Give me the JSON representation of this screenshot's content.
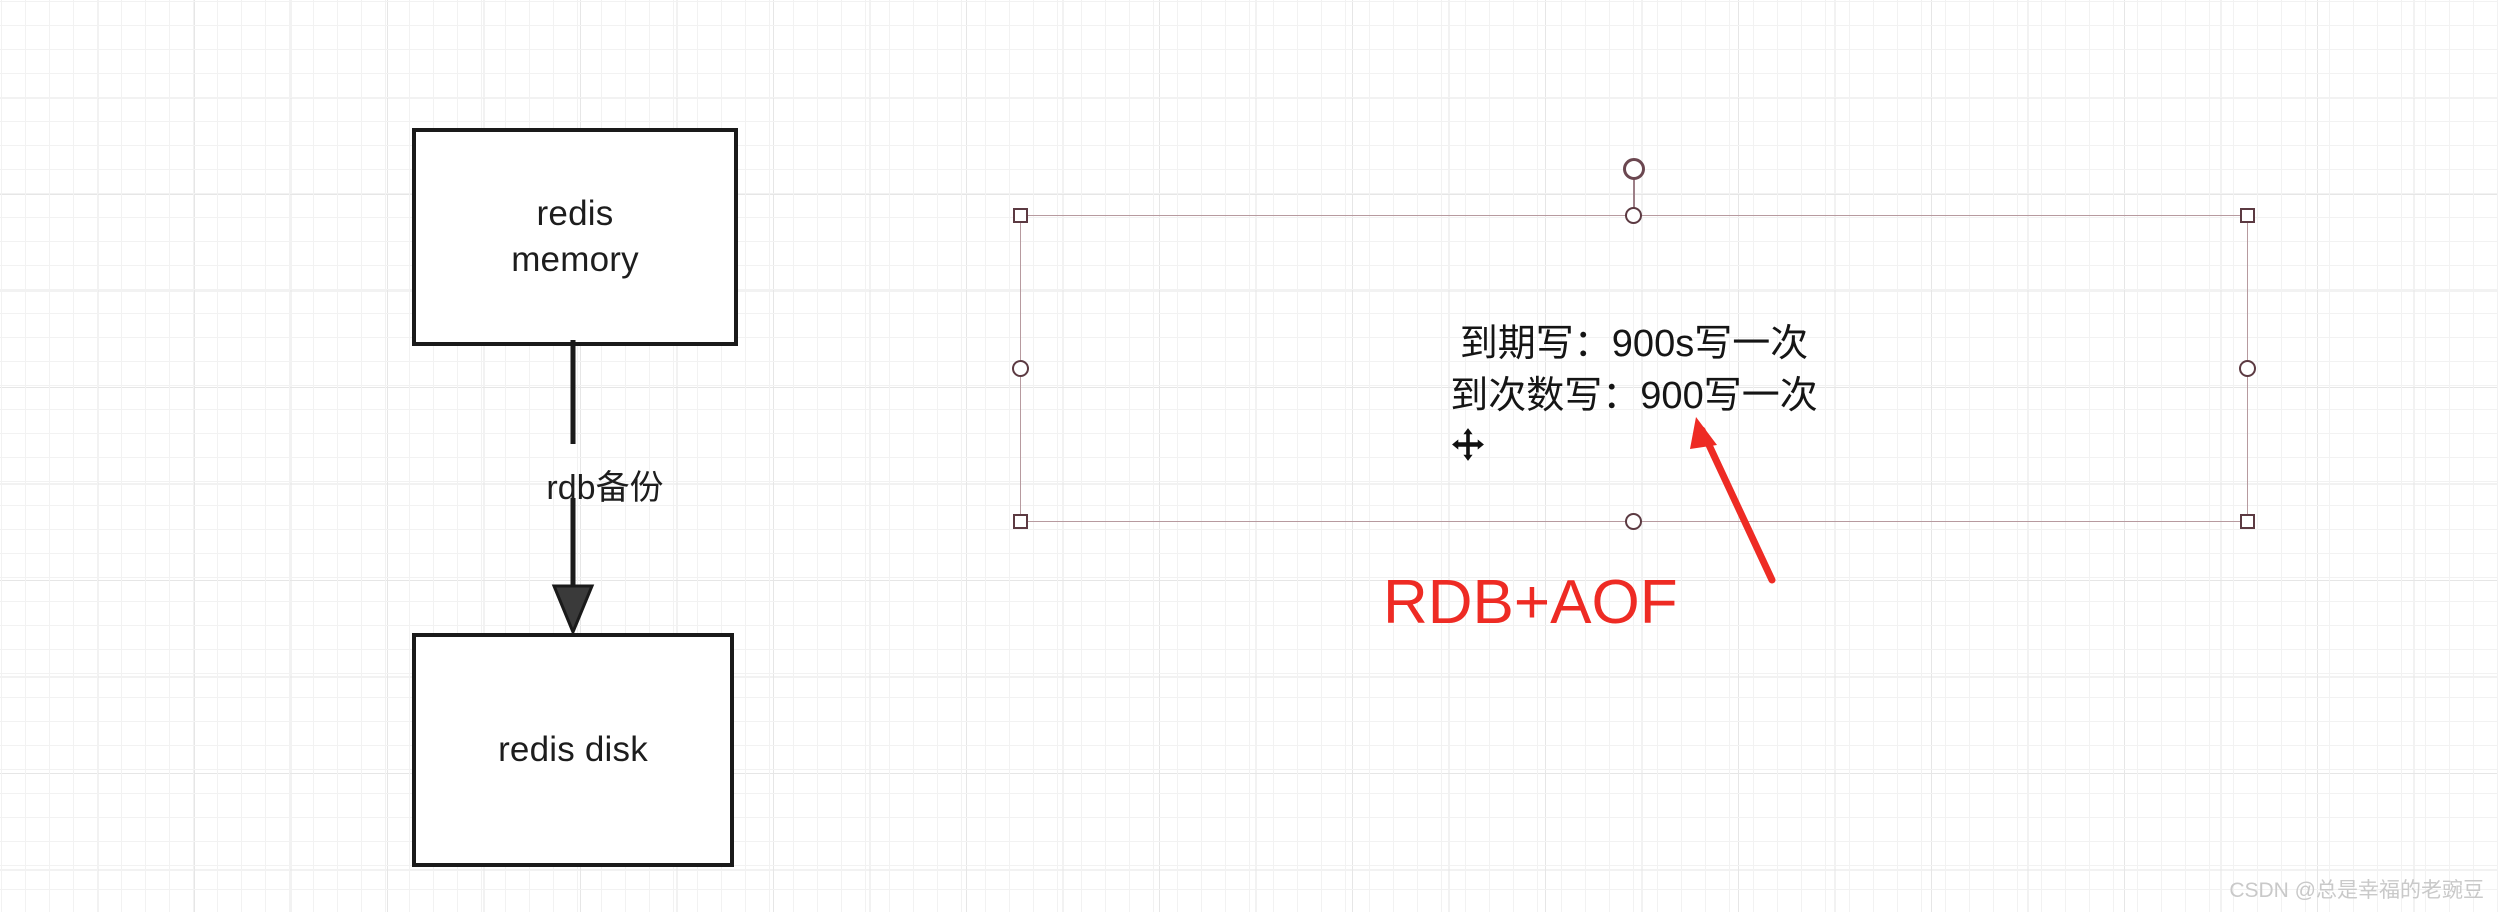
{
  "canvas": {
    "grid": true,
    "background_color": "#ffffff",
    "grid_color": "#e6e6e6",
    "grid_minor_color": "#f2f2f2"
  },
  "diagram": {
    "nodes": [
      {
        "id": "memory",
        "label": "redis\nmemory",
        "line1": "redis",
        "line2": "memory",
        "border_color": "#1a1a1a"
      },
      {
        "id": "disk",
        "label": "redis disk",
        "border_color": "#1a1a1a"
      }
    ],
    "edges": [
      {
        "from": "memory",
        "to": "disk",
        "label": "rdb备份",
        "color": "#1a1a1a",
        "arrowhead": "filled-triangle"
      }
    ]
  },
  "selection": {
    "border_color": "#b79a9f",
    "handle_color": "#5c3a42",
    "handle_fill": "#ffffff",
    "handles": [
      "top-left",
      "top-center",
      "top-right",
      "middle-left",
      "middle-right",
      "bottom-left",
      "bottom-center",
      "bottom-right"
    ],
    "rotation_handle": "rotate-knob",
    "text": {
      "line1": "到期写：900s写一次",
      "line2": "到次数写：900写一次",
      "color": "#151515"
    }
  },
  "cursor": {
    "type": "move-cursor",
    "name": "four-way-move"
  },
  "annotation": {
    "label": "RDB+AOF",
    "color": "#ee2b24",
    "arrow": {
      "color": "#ee2b24",
      "direction": "up-left",
      "points_to": "900写一次"
    }
  },
  "watermark": {
    "text": "CSDN @总是幸福的老豌豆",
    "color": "#c9c9c9"
  }
}
